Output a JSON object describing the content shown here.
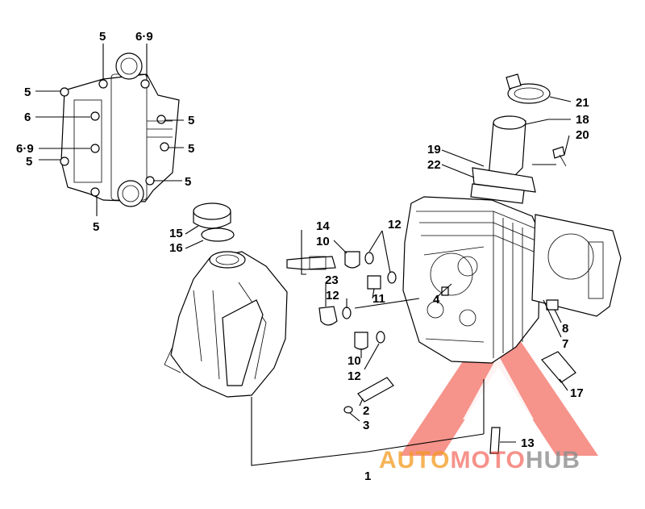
{
  "callouts": {
    "c_5_top": "5",
    "c_69_top": "6·9",
    "c_5_left1": "5",
    "c_6_left": "6",
    "c_69_left": "6·9",
    "c_5_left2": "5",
    "c_5_right1": "5",
    "c_5_right2": "5",
    "c_5_right3": "5",
    "c_5_bottom": "5",
    "c_15": "15",
    "c_16": "16",
    "c_14": "14",
    "c_10a": "10",
    "c_12a": "12",
    "c_23": "23",
    "c_12b": "12",
    "c_11": "11",
    "c_4": "4",
    "c_10b": "10",
    "c_12c": "12",
    "c_2": "2",
    "c_3": "3",
    "c_1": "1",
    "c_13": "13",
    "c_8": "8",
    "c_7": "7",
    "c_17": "17",
    "c_21": "21",
    "c_18": "18",
    "c_20": "20",
    "c_19": "19",
    "c_22": "22"
  },
  "watermark": {
    "part1": "AUTO",
    "part2": "MOTO",
    "part3": "HUB",
    "colors": {
      "red": "#ef3a2c",
      "orange": "#f39a1e",
      "gray": "#8e8e8e"
    }
  }
}
